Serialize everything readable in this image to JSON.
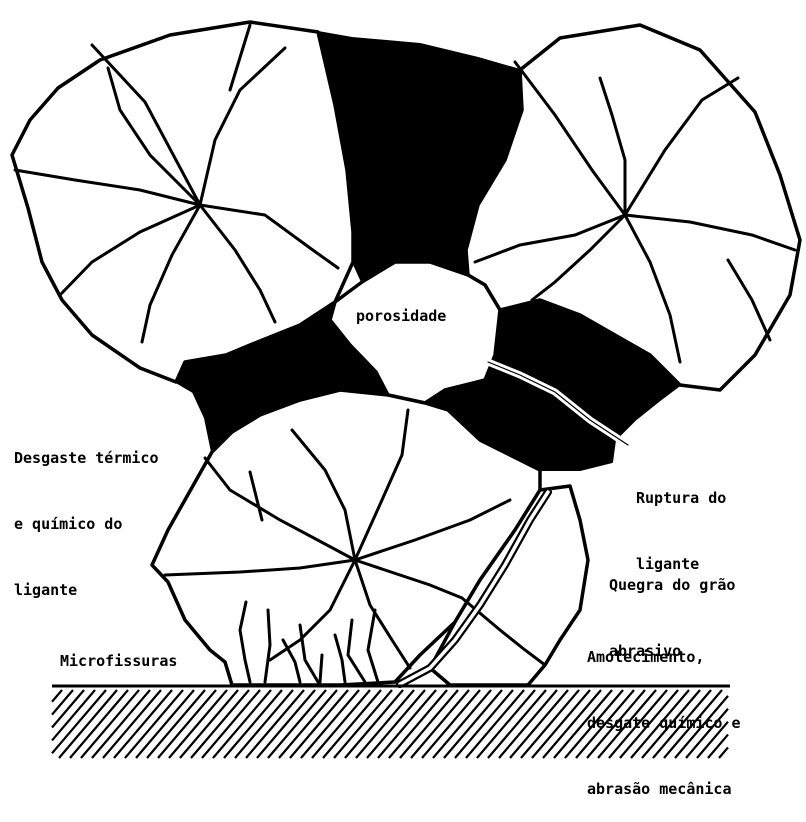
{
  "labels": {
    "porosity": "porosidade",
    "thermal_wear": [
      "Desgaste térmico",
      "e químico do",
      "ligante"
    ],
    "bond_rupture": [
      "Ruptura do",
      "ligante"
    ],
    "grain_fracture": [
      "Quegra do grão",
      "abrasivo"
    ],
    "softening": [
      "Amolecimento,",
      "desgate químico e",
      "abrasão mecânica"
    ],
    "microcracks": "Microfissuras"
  }
}
